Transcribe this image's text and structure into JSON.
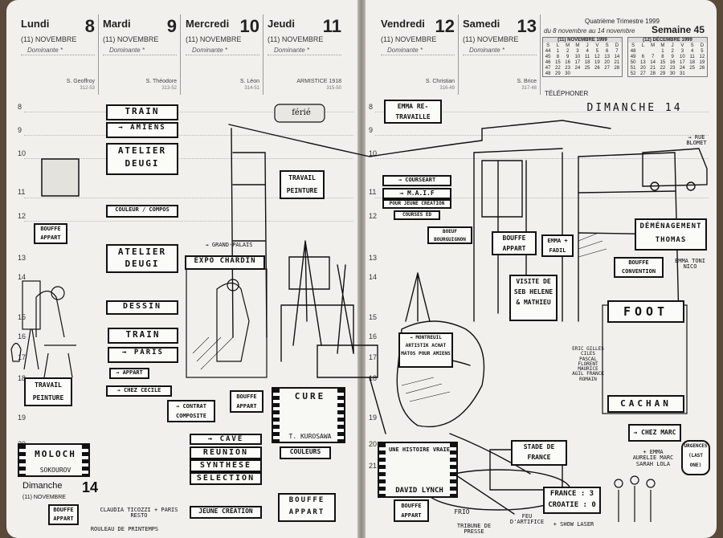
{
  "header": {
    "days": [
      {
        "name": "Lundi",
        "num": "8",
        "month": "(11) NOVEMBRE",
        "dominante": "Dominante *",
        "saint": "S. Geoffroy",
        "code": "312-53"
      },
      {
        "name": "Mardi",
        "num": "9",
        "month": "(11) NOVEMBRE",
        "dominante": "Dominante *",
        "saint": "S. Théodore",
        "code": "313-52"
      },
      {
        "name": "Mercredi",
        "num": "10",
        "month": "(11) NOVEMBRE",
        "dominante": "Dominante *",
        "saint": "S. Léon",
        "code": "314-51"
      },
      {
        "name": "Jeudi",
        "num": "11",
        "month": "(11) NOVEMBRE",
        "dominante": "Dominante *",
        "saint": "ARMISTICE 1918",
        "code": "315-50"
      },
      {
        "name": "Vendredi",
        "num": "12",
        "month": "(11) NOVEMBRE",
        "dominante": "Dominante *",
        "saint": "S. Christian",
        "code": "316-49"
      },
      {
        "name": "Samedi",
        "num": "13",
        "month": "(11) NOVEMBRE",
        "dominante": "Dominante *",
        "saint": "S. Brice",
        "code": "317-48"
      }
    ],
    "trimestre": "Quatrième Trimestre 1999",
    "semaine": "Semaine 45",
    "range": "du 8 novembre au 14 novembre",
    "telephone": "TÉLÉPHONER",
    "nov_title": "(11) NOVEMBRE 1999",
    "dec_title": "(12) DÉCEMBRE 1999"
  },
  "hours": [
    "8",
    "9",
    "10",
    "11",
    "12",
    "13",
    "14",
    "15",
    "16",
    "17",
    "18",
    "19",
    "20",
    "21"
  ],
  "notes": {
    "train1": "TRAIN",
    "amiens": "→ AMIENS",
    "atelier1": "ATELIER DEUGI",
    "couleur": "COULEUR / COMPOS",
    "bouffe_appart1": "BOUFFE APPART",
    "atelier2": "ATELIER DEUGI",
    "dessin": "DESSIN",
    "train2": "TRAIN",
    "paris": "→ PARIS",
    "appart": "→ APPART",
    "chez_cecile": "→ CHEZ CECILE",
    "travail_peinture1": "TRAVAIL PEINTURE",
    "grand_palais": "→ GRAND-PALAIS",
    "expo_chardin": "EXPO CHARDIN",
    "ferie": "férié",
    "travail_peinture2": "TRAVAIL PEINTURE",
    "cave": "→ CAVE",
    "reunion": "REUNION",
    "synthese": "SYNTHÈSE",
    "selection": "SÉLECTION",
    "jeune_creation": "JEUNE CRÉATION",
    "moloch": "MOLOCH",
    "sokourov": "SOKOUROV",
    "dimanche_left": "Dimanche",
    "dimanche_left_num": "14",
    "dimanche_left_month": "(11) NOVEMBRE",
    "bouffe_appart2": "BOUFFE APPART",
    "claudia": "CLAUDIA TICOZZI + PARIS RESTO",
    "rouleau": "ROULEAU DE PRINTEMPS",
    "contrat": "→ CONTRAT COMPOSITE",
    "bouffe_appart3": "BOUFFE APPART",
    "cure": "CURE",
    "kurosawa": "T. KUROSAWA",
    "couleurs": "COULEURS",
    "bouffe_appart4": "BOUFFE APPART",
    "emma_travaille": "EMMA RE-TRAVAILLE",
    "courseart": "→ COURSEART",
    "maif": "→ M.A.I.F",
    "jeune_creation2": "POUR JEUNE CRÉATION",
    "courses": "COURSES ED",
    "bouffe_bourgui": "BOEUF BOURGUIGNON",
    "montreuil": "→ MONTREUIL ARTISTIK ACHAT MATOS POUR AMIENS",
    "histoire_vraie": "UNE HISTOIRE VRAIE",
    "david_lynch": "DAVID LYNCH",
    "bouffe_appart5": "BOUFFE APPART",
    "bouffe_appart6": "BOUFFE APPART",
    "emma_fadil": "EMMA + FADIL",
    "visite": "VISITE DE SEB HELENE & MATHIEU",
    "dimanche": "DIMANCHE 14",
    "rue_blomet": "→ RUE BLOMET",
    "demenagement": "DÉMÉNAGEMENT THOMAS",
    "bouffe_convention": "BOUFFE CONVENTION",
    "emma_toni": "EMMA TONI NICO",
    "foot": "FOOT",
    "cachan": "CACHAN",
    "stade": "STADE DE FRANCE",
    "france_croatie": "FRANCE : 3 CROATIE : 0",
    "chez_marc": "→ CHEZ MARC",
    "urgences": "URGENCES (LAST ONE)",
    "frio": "FRIO",
    "tribune": "TRIBUNE DE PRESSE",
    "feu": "FEU D'ARTIFICE",
    "show_laser": "+ SHOW LASER",
    "joueurs": "ERIC GILLES CILES PASCAL FLORENT MAURICE AGIL FRANCK ROMAIN",
    "amis": "+ EMMA AURELIE MARC SARAH LOLA"
  }
}
